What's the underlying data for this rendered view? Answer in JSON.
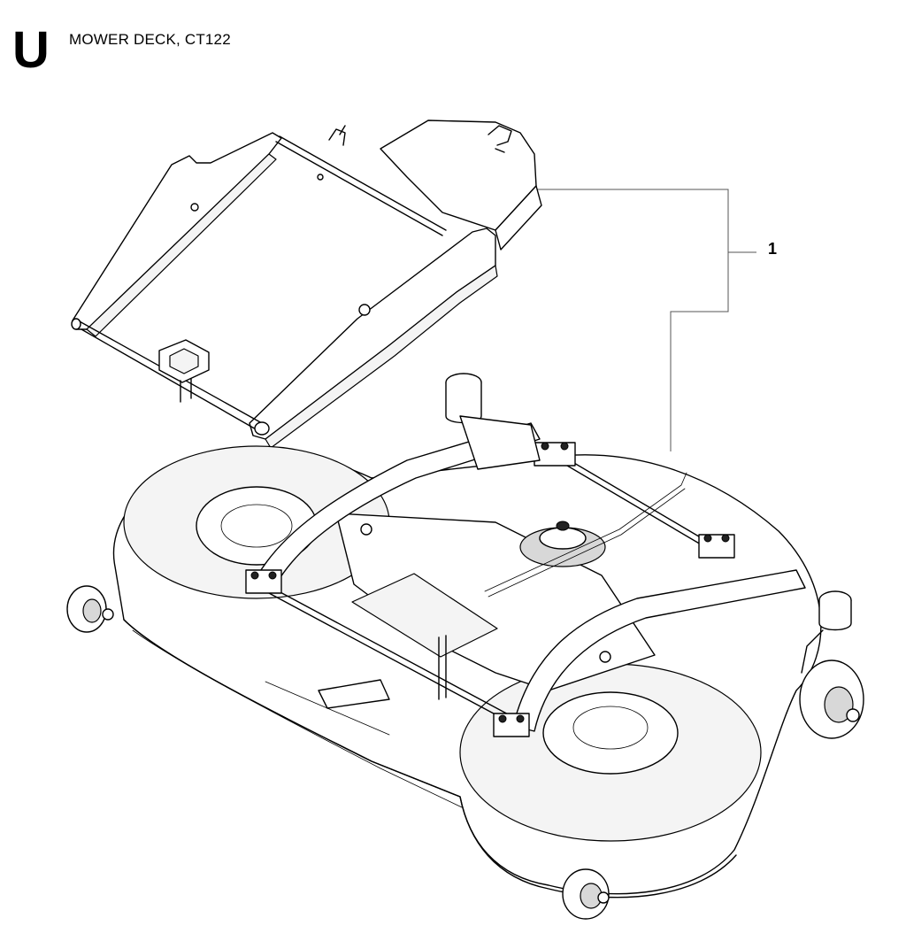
{
  "header": {
    "section_letter": "U",
    "title": "MOWER DECK, CT122"
  },
  "callouts": [
    {
      "number": "1"
    }
  ],
  "colors": {
    "line": "#000000",
    "background": "#ffffff",
    "leader": "#555555"
  }
}
